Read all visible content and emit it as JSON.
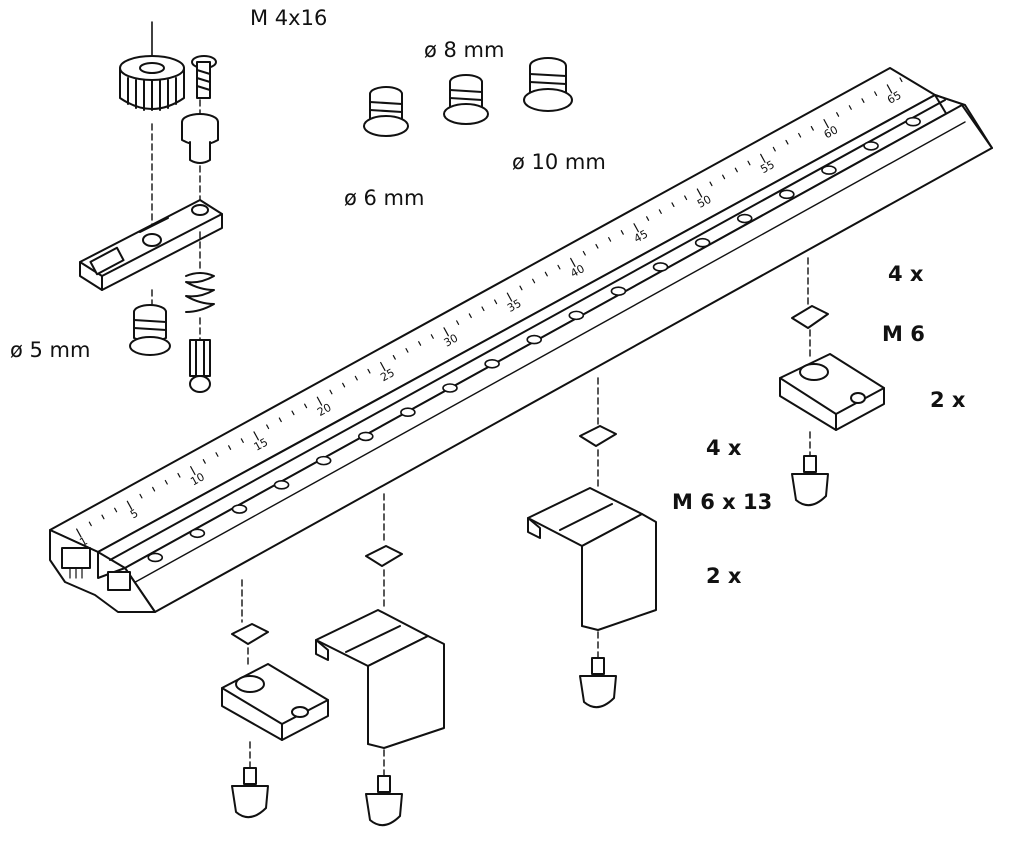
{
  "labels": {
    "screw_m4x16": "M 4x16",
    "dia_8mm": "ø 8 mm",
    "dia_10mm": "ø 10 mm",
    "dia_6mm": "ø 6 mm",
    "dia_5mm": "ø 5 mm",
    "qty_4x_top": "4 x",
    "nut_m6": "M 6",
    "qty_2x_top": "2 x",
    "qty_4x_mid": "4 x",
    "screw_m6x13": "M 6 x 13",
    "qty_2x_mid": "2 x"
  },
  "scale_ticks": [
    "1",
    "5",
    "10",
    "15",
    "20",
    "25",
    "30",
    "35",
    "40",
    "45",
    "50",
    "55",
    "60",
    "65"
  ],
  "colors": {
    "line": "#111111",
    "fill": "#ffffff",
    "shade": "#d8d8d8"
  }
}
